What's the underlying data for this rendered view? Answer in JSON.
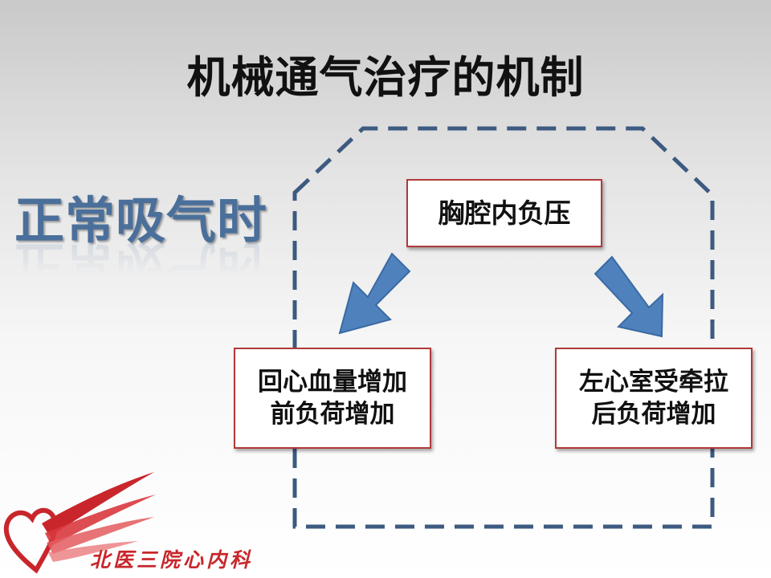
{
  "title": "机械通气治疗的机制",
  "side_label": "正常吸气时",
  "diagram": {
    "top_node": "胸腔内负压",
    "left_node": {
      "line1": "回心血量增加",
      "line2": "前负荷增加"
    },
    "right_node": {
      "line1": "左心室受牵拉",
      "line2": "后负荷增加"
    }
  },
  "logo": {
    "text": "北医三院心内科"
  },
  "colors": {
    "frame": "#3d5a80",
    "arrow": "#4f81bd",
    "box_border": "#b03a3a",
    "side_label": "#4a6f9a",
    "logo": "#c8262b"
  }
}
